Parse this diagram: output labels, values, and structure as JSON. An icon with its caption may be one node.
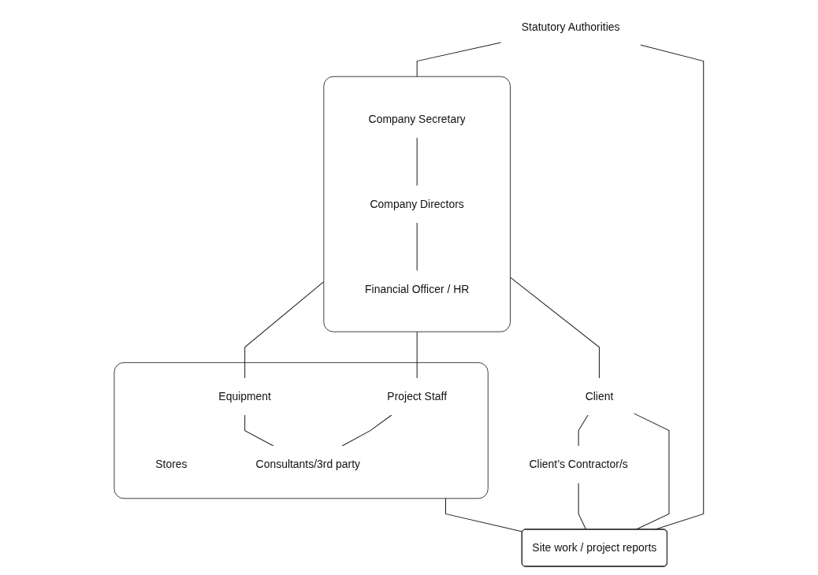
{
  "diagram": {
    "nodes": [
      {
        "text": [],
        "shape": "box"
      },
      {
        "text": [
          "Company Secretary"
        ],
        "in": 0
      },
      {
        "text": [
          "Company Directors"
        ],
        "in": 0
      },
      {
        "text": [
          "Financial Officer / HR"
        ],
        "in": 0
      },
      {
        "text": [
          "Statutory Authorities"
        ]
      },
      {
        "text": [
          "Client"
        ]
      },
      {
        "text": [
          "Client’s Contractor/s"
        ]
      },
      {
        "text": [],
        "shape": "box"
      },
      {
        "text": [
          "Project Staff"
        ],
        "in": 7
      },
      {
        "text": [
          "Stores"
        ],
        "in": 7
      },
      {
        "text": [
          "Equipment"
        ],
        "in": 7
      },
      {
        "text": [
          "Consultants/3rd party"
        ],
        "in": 7
      },
      {
        "text": [
          "Site work / project reports"
        ]
      }
    ],
    "edges": [
      {
        "from": 1,
        "to": 2,
        "arrow": "none"
      },
      {
        "from": 2,
        "to": 3,
        "arrow": "none"
      },
      {
        "from": 4,
        "to": 0,
        "arrow": "none"
      },
      {
        "from": 0,
        "to": 5,
        "arrow": "none"
      },
      {
        "from": 5,
        "to": 6,
        "arrow": "none"
      },
      {
        "from": 0,
        "to": 8,
        "arrow": "none"
      },
      {
        "from": 0,
        "to": 10,
        "arrow": "none"
      },
      {
        "from": 8,
        "to": 11,
        "arrow": "none"
      },
      {
        "from": 10,
        "to": 11,
        "arrow": "none"
      },
      {
        "from": 7,
        "to": 12,
        "arrow": "none"
      },
      {
        "from": 4,
        "to": 12,
        "arrow": "none"
      },
      {
        "from": 5,
        "to": 12,
        "arrow": "none"
      },
      {
        "from": 6,
        "to": 12,
        "arrow": "none"
      }
    ]
  }
}
